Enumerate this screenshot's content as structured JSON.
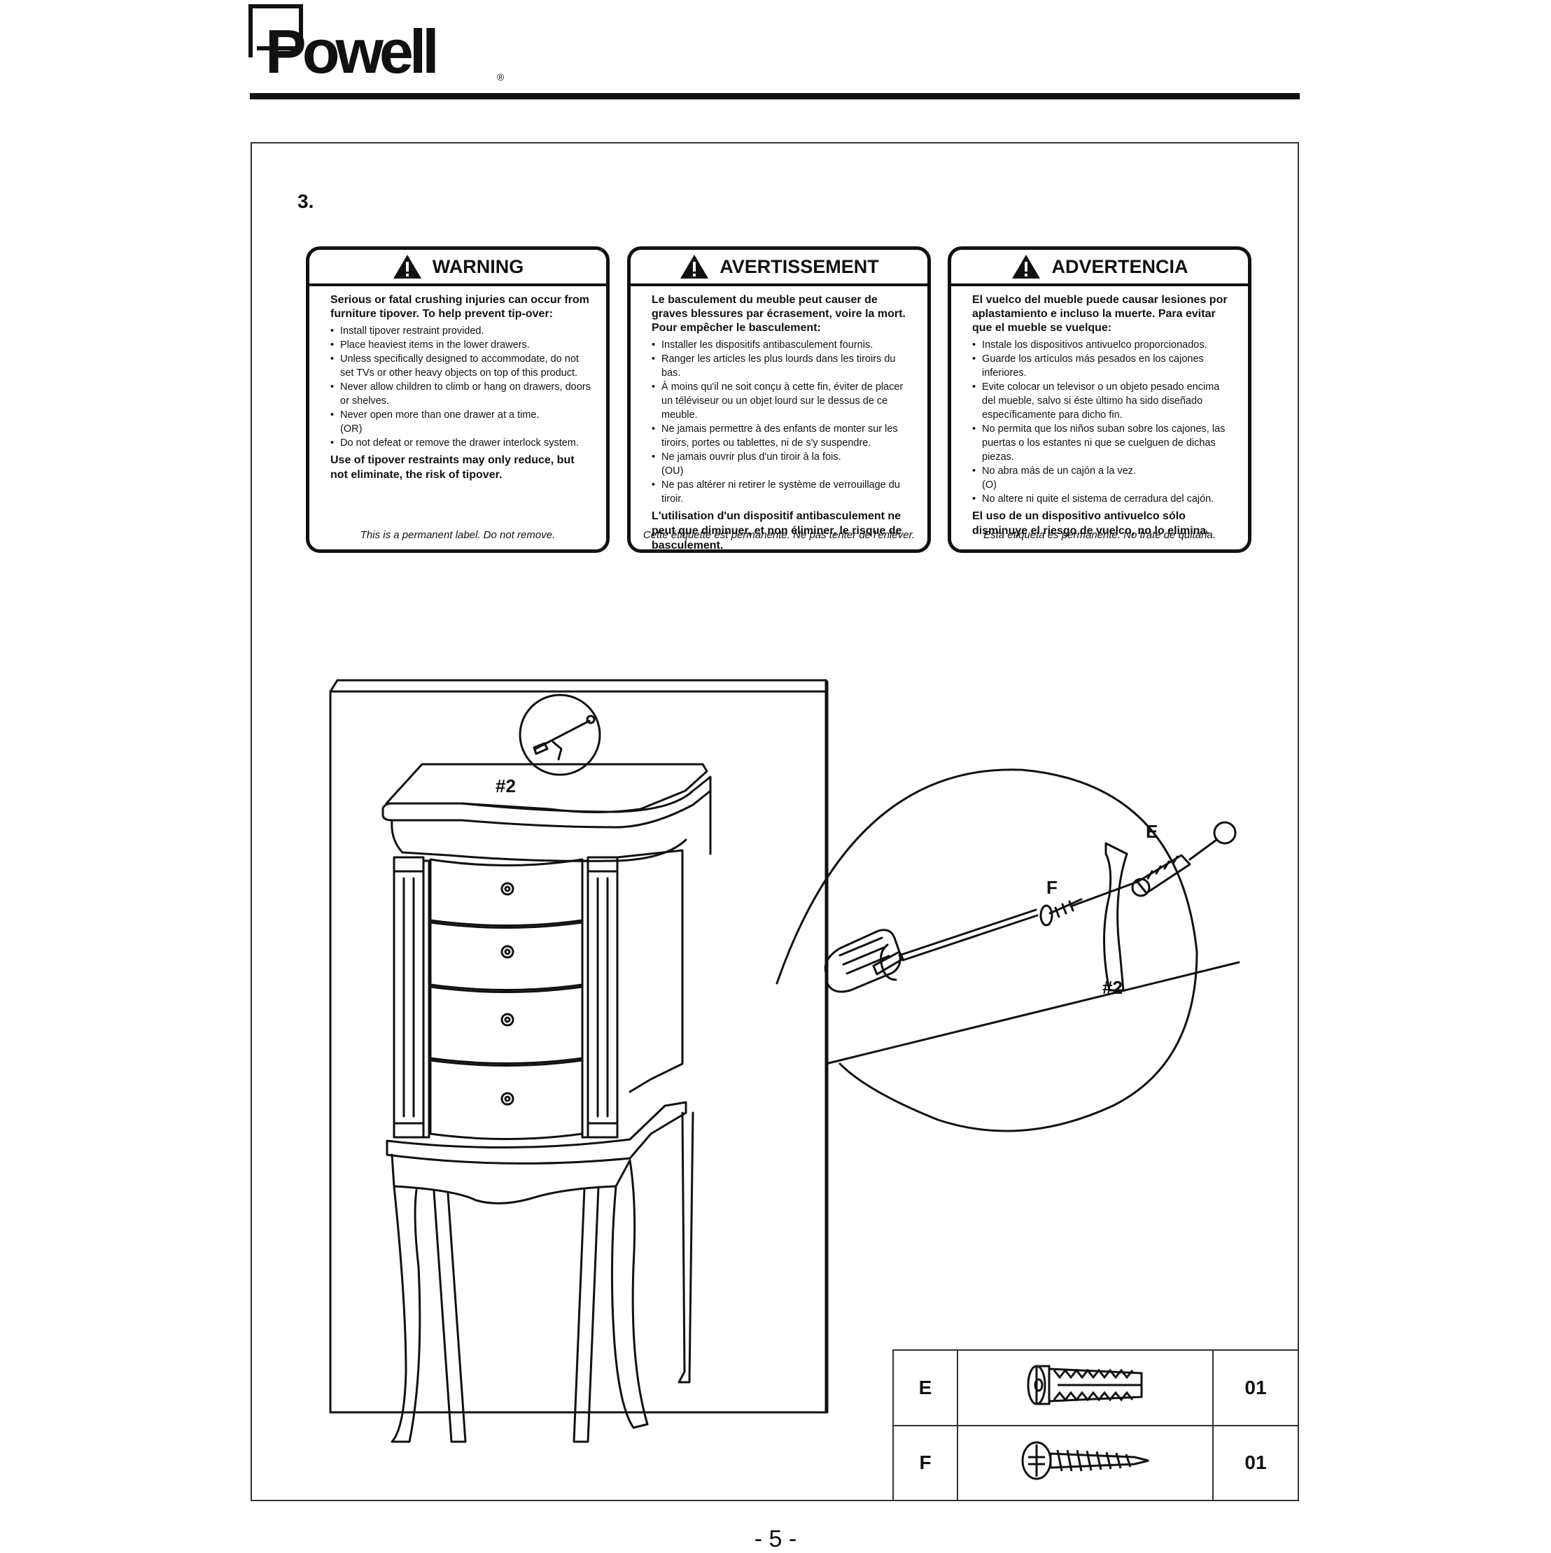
{
  "brand": {
    "name": "Powell",
    "reg": "®"
  },
  "step_number": "3.",
  "labels": [
    {
      "title": "WARNING",
      "lead": "Serious or fatal crushing injuries can occur from furniture tipover. To help prevent tip-over:",
      "items": [
        "Install tipover restraint provided.",
        "Place heaviest items in the lower drawers.",
        "Unless specifically designed to accommodate, do not set TVs or other heavy objects on top of this product.",
        "Never allow children to climb or hang on drawers, doors or shelves.",
        "Never open more than one drawer at a time.",
        "(OR)",
        "Do not defeat or remove the drawer interlock system."
      ],
      "tail": "Use of tipover restraints may only reduce, but not eliminate, the risk of tipover.",
      "footer": "This is a permanent label. Do not remove."
    },
    {
      "title": "AVERTISSEMENT",
      "lead": "Le basculement du meuble peut causer de graves blessures par écrasement, voire la mort. Pour empêcher le basculement:",
      "items": [
        "Installer les dispositifs antibasculement fournis.",
        "Ranger les articles les plus lourds dans les tiroirs du bas.",
        "À moins qu'il ne soit conçu à cette fin, éviter de placer un téléviseur ou un objet lourd sur le dessus de ce meuble.",
        "Ne jamais permettre à des enfants de monter sur les tiroirs, portes ou tablettes, ni de s'y suspendre.",
        "Ne jamais ouvrir plus d'un tiroir à la fois.",
        "(OU)",
        "Ne pas altérer ni retirer le système de verrouillage du tiroir."
      ],
      "tail": "L'utilisation d'un dispositif antibasculement ne peut que diminuer, et non éliminer, le risque de basculement.",
      "footer": "Cette étiquette est permanente. Ne pas tenter de l'enlever."
    },
    {
      "title": "ADVERTENCIA",
      "lead": "El vuelco del mueble puede causar lesiones por aplastamiento e incluso la muerte. Para evitar que el mueble se vuelque:",
      "items": [
        "Instale los dispositivos antivuelco proporcionados.",
        "Guarde los artículos más pesados en los cajones inferiores.",
        "Evite colocar un televisor o un objeto pesado encima del mueble, salvo si éste último ha sido diseñado específicamente para dicho fin.",
        "No permita que los niños suban sobre los cajones, las puertas o los estantes ni que se cuelguen de dichas piezas.",
        "No abra más de un cajón a la vez.",
        "(O)",
        "No altere ni quite el sistema de cerradura del cajón."
      ],
      "tail": "El uso de un dispositivo antivuelco sólo disminuye el riesgo de vuelco, no lo elimina.",
      "footer": "Esta etiqueta es permanente. No trate de quitarla."
    }
  ],
  "diagram": {
    "cabinet_label": "#2",
    "detail_label": "#2",
    "part_e_label": "E",
    "part_f_label": "F"
  },
  "parts_table": [
    {
      "letter": "E",
      "qty": "01",
      "icon": "wall-anchor-icon"
    },
    {
      "letter": "F",
      "qty": "01",
      "icon": "screw-icon"
    }
  ],
  "page_number": "- 5 -"
}
